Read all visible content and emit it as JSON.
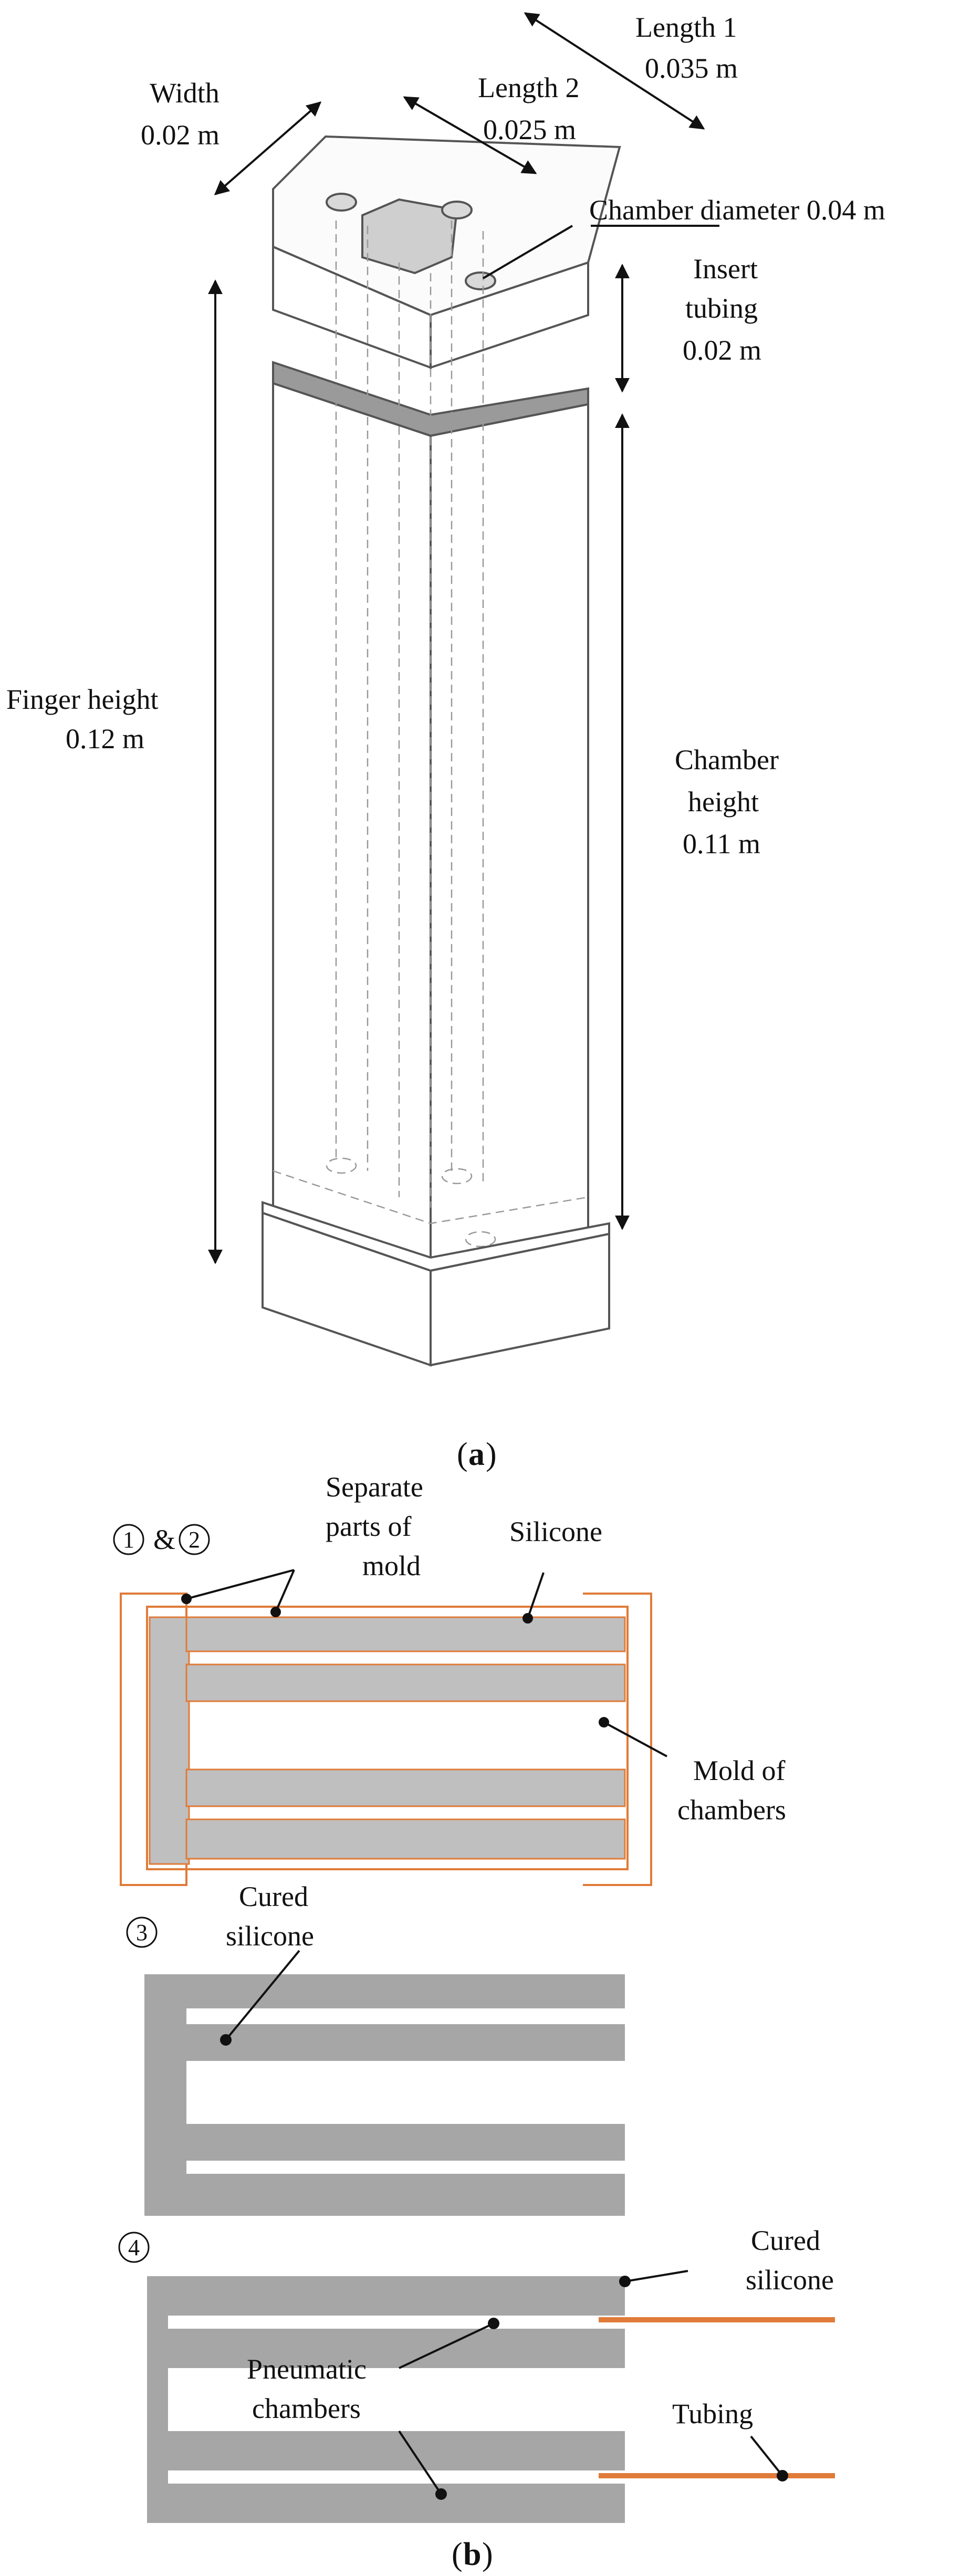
{
  "panel_a": {
    "caption_letter": "a",
    "length1": {
      "name": "Length 1",
      "value": "0.035 m"
    },
    "width": {
      "name": "Width",
      "value": "0.02 m"
    },
    "length2": {
      "name": "Length 2",
      "value": "0.025 m"
    },
    "chamber_diameter": "Chamber diameter 0.04 m",
    "insert_tubing": [
      "Insert",
      "tubing",
      "0.02 m"
    ],
    "finger_height": [
      "Finger height",
      "0.12 m"
    ],
    "chamber_height": [
      "Chamber",
      "height",
      "0.11 m"
    ]
  },
  "panel_b": {
    "caption_letter": "b",
    "step1": "1",
    "step_amp": "&",
    "step2": "2",
    "step3": "3",
    "step4": "4",
    "separate_parts": [
      "Separate",
      "parts of",
      "mold"
    ],
    "silicone": "Silicone",
    "mold_of_chambers": [
      "Mold of",
      "chambers"
    ],
    "cured_silicone_3": [
      "Cured",
      "silicone"
    ],
    "cured_silicone_4": [
      "Cured",
      "silicone"
    ],
    "pneumatic_chambers": [
      "Pneumatic",
      "chambers"
    ],
    "tubing": "Tubing"
  },
  "colors": {
    "silicone_fill": "#bfbfbf",
    "cured_fill": "#a6a6a6",
    "mold_outline": "#e07b39",
    "tubing": "#e07b39",
    "outline": "#444444"
  }
}
